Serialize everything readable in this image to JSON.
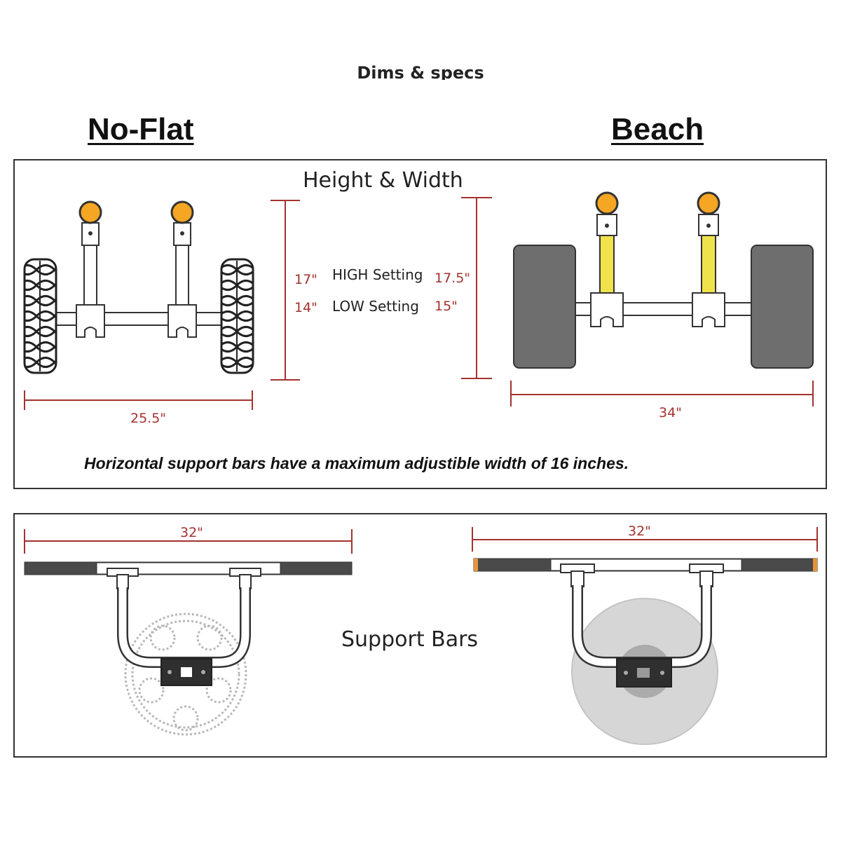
{
  "page": {
    "cut_title": "Dims & specs",
    "left_heading": "No-Flat",
    "right_heading": "Beach"
  },
  "top_panel": {
    "title": "Height & Width",
    "high_label": "HIGH Setting",
    "low_label": "LOW Setting",
    "noflat_high": "17\"",
    "noflat_low": "14\"",
    "beach_high": "17.5\"",
    "beach_low": "15\"",
    "noflat_width": "25.5\"",
    "beach_width": "34\"",
    "note": "Horizontal support bars have a maximum adjustible width of 16 inches."
  },
  "bottom_panel": {
    "title": "Support Bars",
    "noflat_bar_width": "32\"",
    "beach_bar_width": "32\""
  },
  "colors": {
    "dimension": "#a3322f",
    "knob": "#f5a623",
    "beach_post": "#f0e24a",
    "tire": "#6e6e6e",
    "bar_end": "#e8943a"
  }
}
